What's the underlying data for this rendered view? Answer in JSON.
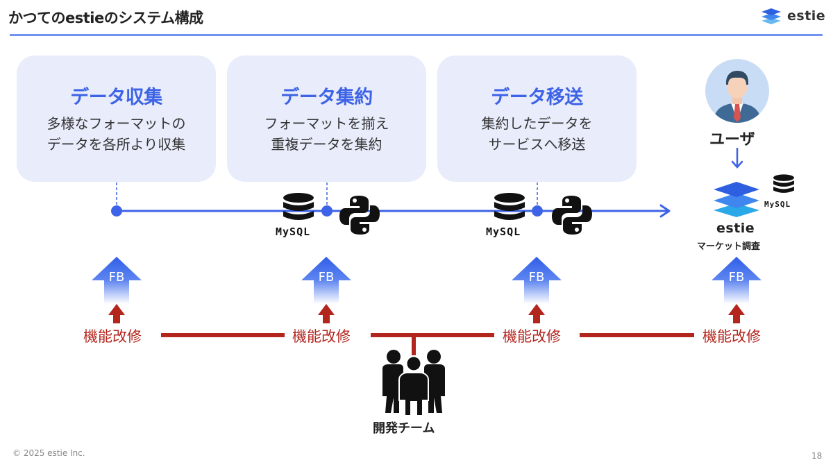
{
  "slide": {
    "title": "かつてのestieのシステム構成",
    "logo_text": "estie",
    "footer": "© 2025 estie Inc.",
    "page_number": "18"
  },
  "colors": {
    "accent_blue": "#3d63e6",
    "stage_bg": "#e8ecfb",
    "improve_red": "#b3261e",
    "rule_blue": "#6f93f0"
  },
  "stages": [
    {
      "title": "データ収集",
      "desc_line1": "多様なフォーマットの",
      "desc_line2": "データを各所より収集"
    },
    {
      "title": "データ集約",
      "desc_line1": "フォーマットを揃え",
      "desc_line2": "重複データを集約"
    },
    {
      "title": "データ移送",
      "desc_line1": "集約したデータを",
      "desc_line2": "サービスへ移送"
    }
  ],
  "pipeline_tools": [
    {
      "db": "database-icon",
      "db_label": "MySQL",
      "script": "python-icon"
    },
    {
      "db": "database-icon",
      "db_label": "MySQL",
      "script": "python-icon"
    }
  ],
  "user": {
    "label": "ユーザ",
    "icon": "user-avatar-icon"
  },
  "service": {
    "name": "estie",
    "subtitle": "マーケット調査",
    "db_label": "MySQL"
  },
  "feedback": [
    {
      "label": "FB"
    },
    {
      "label": "FB"
    },
    {
      "label": "FB"
    },
    {
      "label": "FB"
    }
  ],
  "improvements": [
    {
      "label": "機能改修"
    },
    {
      "label": "機能改修"
    },
    {
      "label": "機能改修"
    },
    {
      "label": "機能改修"
    }
  ],
  "team": {
    "label": "開発チーム",
    "icon": "team-icon"
  }
}
